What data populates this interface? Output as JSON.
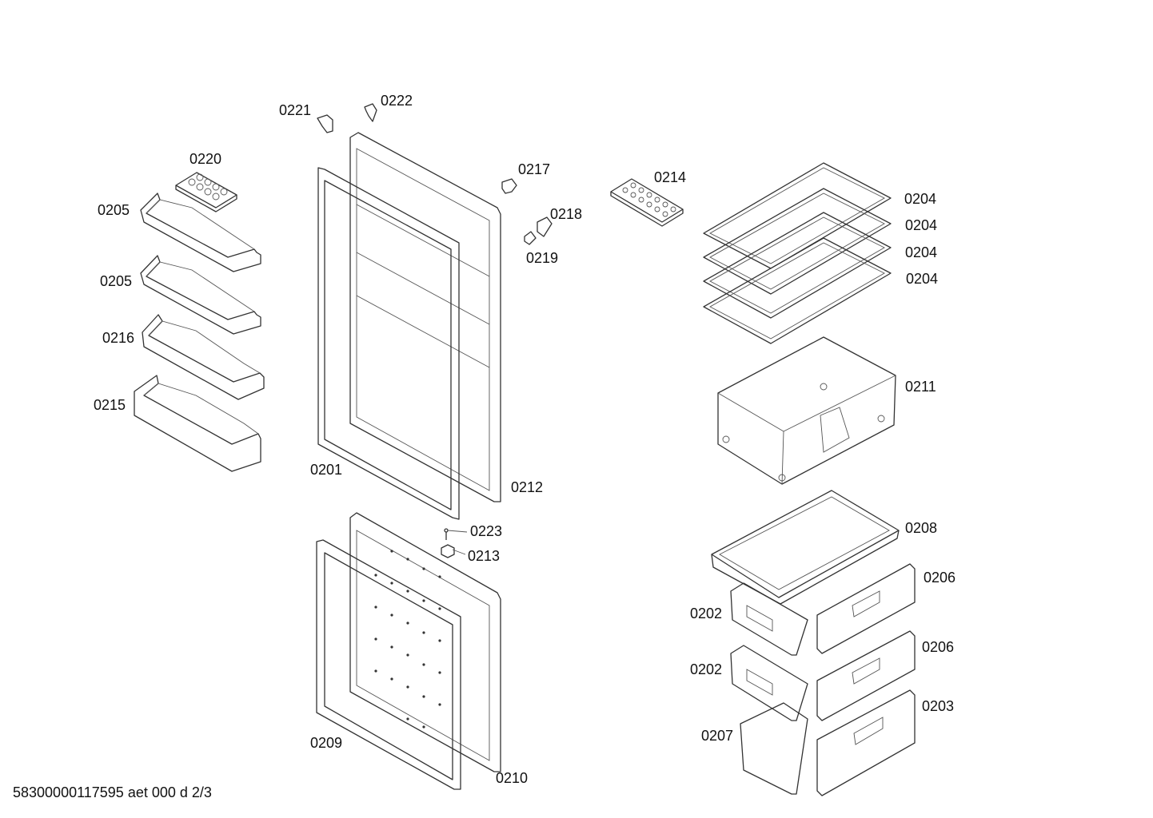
{
  "labels": {
    "p0221": "0221",
    "p0222": "0222",
    "p0220": "0220",
    "p0205a": "0205",
    "p0205b": "0205",
    "p0216": "0216",
    "p0215": "0215",
    "p0201": "0201",
    "p0212": "0212",
    "p0217": "0217",
    "p0218": "0218",
    "p0219": "0219",
    "p0214": "0214",
    "p0204a": "0204",
    "p0204b": "0204",
    "p0204c": "0204",
    "p0204d": "0204",
    "p0211": "0211",
    "p0223": "0223",
    "p0213": "0213",
    "p0208": "0208",
    "p0206a": "0206",
    "p0202a": "0202",
    "p0202b": "0202",
    "p0206b": "0206",
    "p0203": "0203",
    "p0207": "0207",
    "p0209": "0209",
    "p0210": "0210"
  },
  "footer": "58300000117595 aet 000 d 2/3"
}
